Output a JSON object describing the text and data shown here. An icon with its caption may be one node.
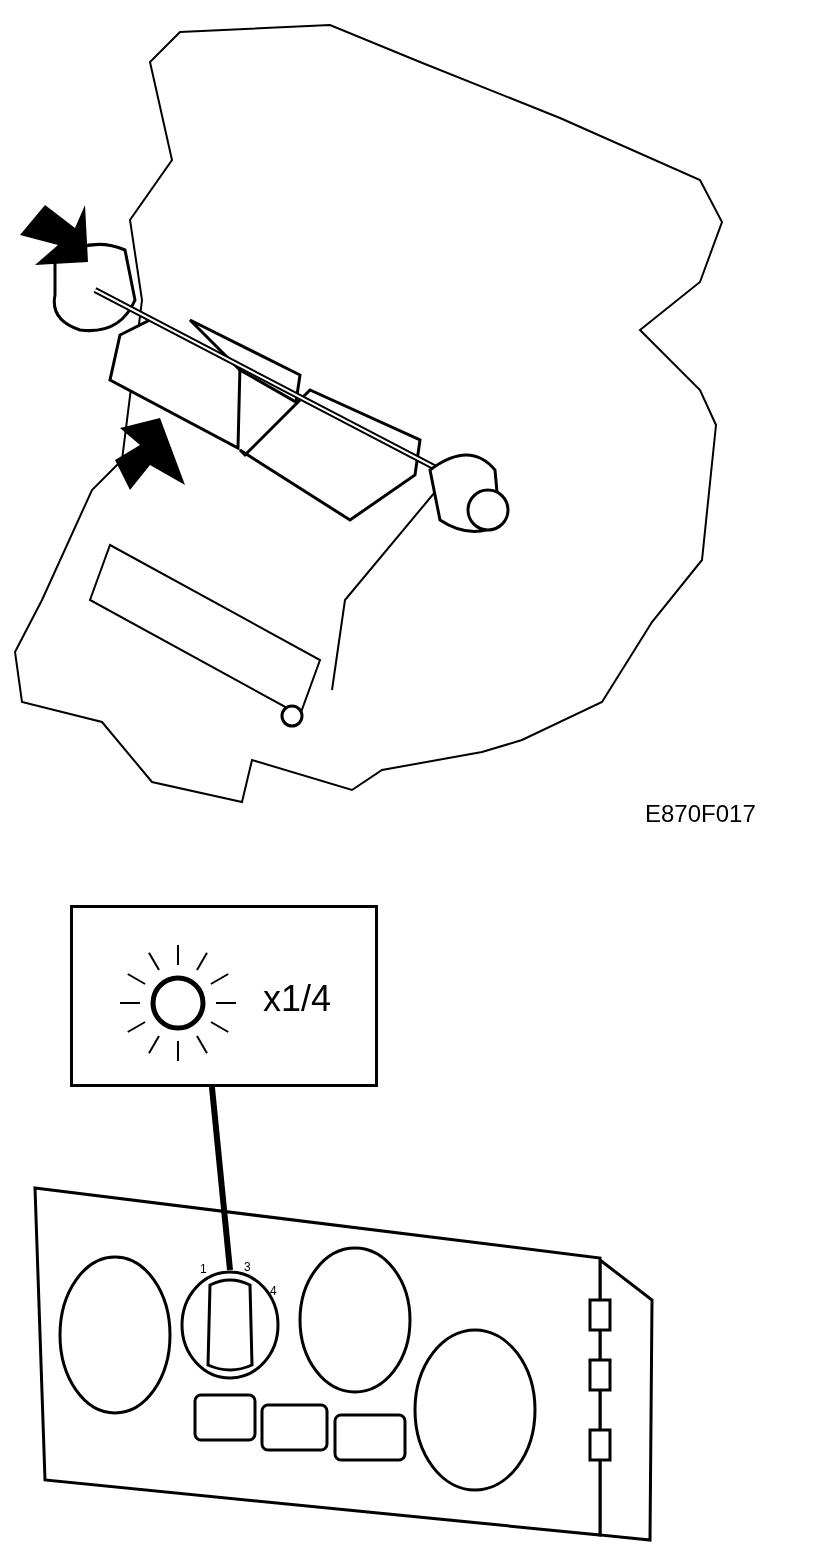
{
  "diagram": {
    "nodes": [
      {
        "text": [
          "x1/4"
        ]
      },
      {
        "text": [],
        "shape": "picture"
      }
    ],
    "edges": [
      {
        "from": 0,
        "to": 1,
        "arrow": "none"
      }
    ],
    "labels": [
      "E870F017",
      "1",
      "3",
      "4"
    ]
  }
}
